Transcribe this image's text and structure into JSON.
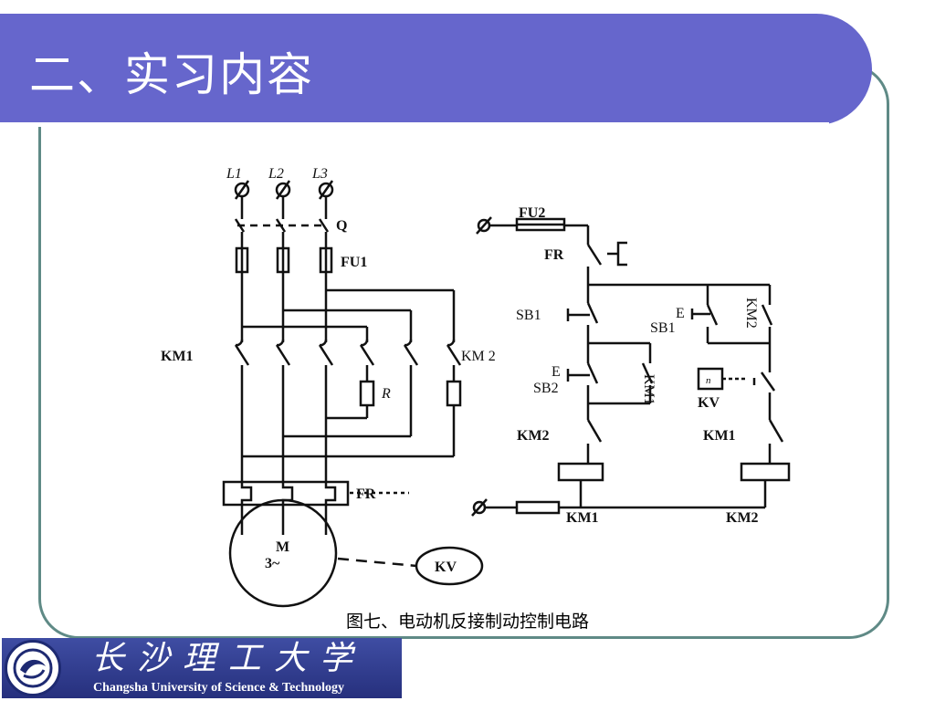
{
  "slide": {
    "title": "二、实习内容",
    "caption": "图七、电动机反接制动控制电路"
  },
  "diagram": {
    "main_circuit": {
      "phases": [
        "L1",
        "L2",
        "L3"
      ],
      "switch": "Q",
      "fuse": "FU1",
      "contactor_forward": "KM1",
      "contactor_reverse": "KM 2",
      "resistor": "R",
      "thermal_relay": "FR",
      "motor_line1": "M",
      "motor_line2": "3~",
      "speed_relay": "KV"
    },
    "control_circuit": {
      "fuse": "FU2",
      "thermal_contact": "FR",
      "stop_button": "SB1",
      "start_button": "SB2",
      "button_mark": "E",
      "km1_aux": "KM1",
      "km2_aux": "KM2",
      "kv_symbol": "n",
      "kv_contact": "KV",
      "km2_interlock": "KM2",
      "km1_interlock": "KM1",
      "coil_left": "KM1",
      "coil_right": "KM2"
    }
  },
  "logo": {
    "name_cn": "长沙理工大学",
    "name_en": "Changsha University of Science & Technology"
  },
  "colors": {
    "title_bar": "#6666cc",
    "frame": "#5f8a86",
    "logo_bg": "#2e3a8c"
  }
}
